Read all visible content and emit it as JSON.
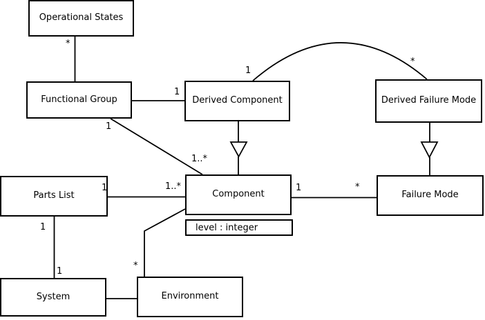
{
  "diagram": {
    "type": "uml-class-diagram",
    "background_color": "#ffffff",
    "line_color": "#000000",
    "text_color": "#000000",
    "classes": {
      "operational_states": {
        "name": "Operational States"
      },
      "functional_group": {
        "name": "Functional Group"
      },
      "derived_component": {
        "name": "Derived Component"
      },
      "derived_failure_mode": {
        "name": "Derived Failure Mode"
      },
      "parts_list": {
        "name": "Parts List"
      },
      "component": {
        "name": "Component",
        "attribute": "level : integer"
      },
      "failure_mode": {
        "name": "Failure Mode"
      },
      "system": {
        "name": "System"
      },
      "environment": {
        "name": "Environment"
      }
    },
    "multiplicities": {
      "operational_states_end": "*",
      "functional_group_to_derived_component": "1",
      "functional_group_end": "1",
      "component_from_functional_group": "1..*",
      "derived_component_arc_end": "1",
      "derived_failure_mode_arc_end": "*",
      "parts_list_end": "1",
      "component_from_parts_list": "1..*",
      "component_to_failure_mode": "1",
      "failure_mode_end": "*",
      "parts_list_to_system": "1",
      "system_end": "1",
      "environment_end": "*"
    }
  }
}
